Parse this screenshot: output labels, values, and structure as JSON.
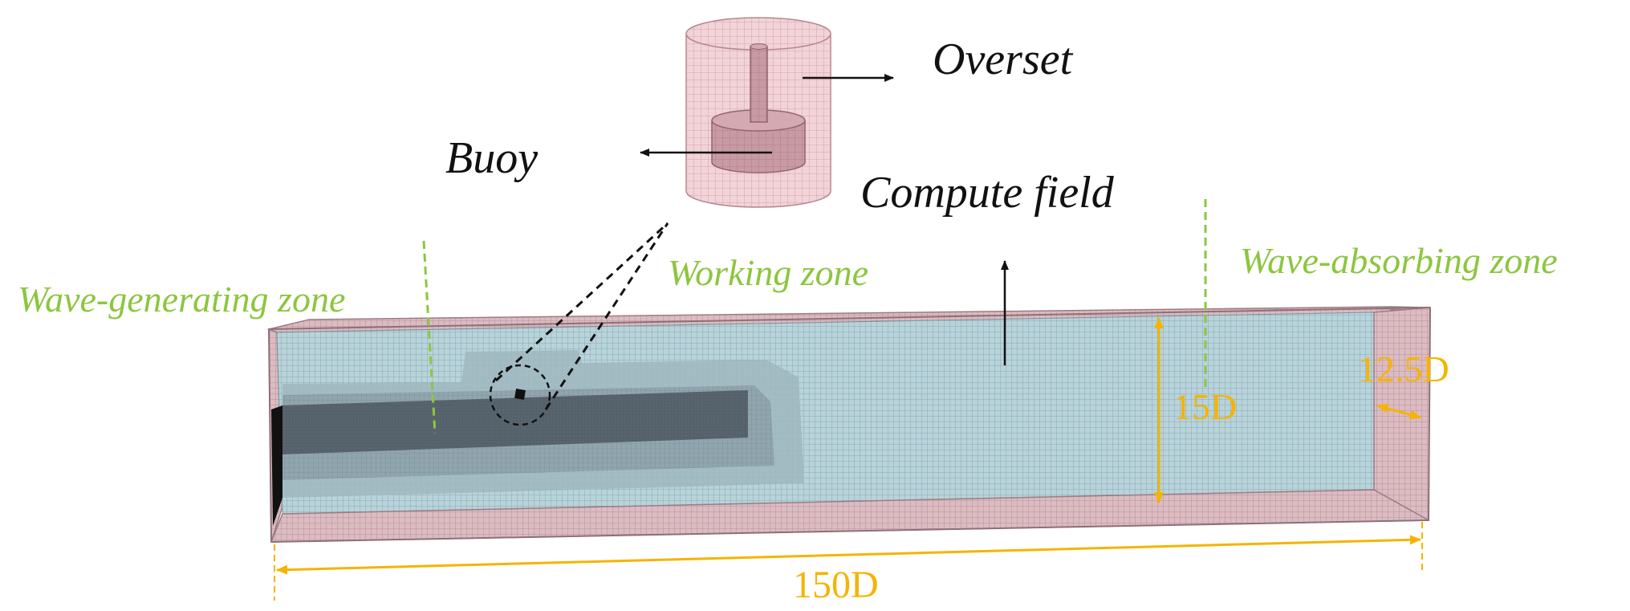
{
  "labels": {
    "overset": "Overset",
    "buoy": "Buoy",
    "compute_field": "Compute field",
    "working_zone": "Working zone",
    "wave_generating_zone": "Wave-generating zone",
    "wave_absorbing_zone": "Wave-absorbing zone"
  },
  "dimensions": {
    "height": "15D",
    "width": "12.5D",
    "length": "150D"
  },
  "colors": {
    "zone_label": "#8cc63f",
    "dimension": "#f5b400",
    "water_mesh": "#b5d0d8",
    "wall_mesh": "#d9b7bd",
    "overset_mesh": "#e8b8c0",
    "refined_core": "#4b5660",
    "mesh_line": "#6f8f9c"
  }
}
